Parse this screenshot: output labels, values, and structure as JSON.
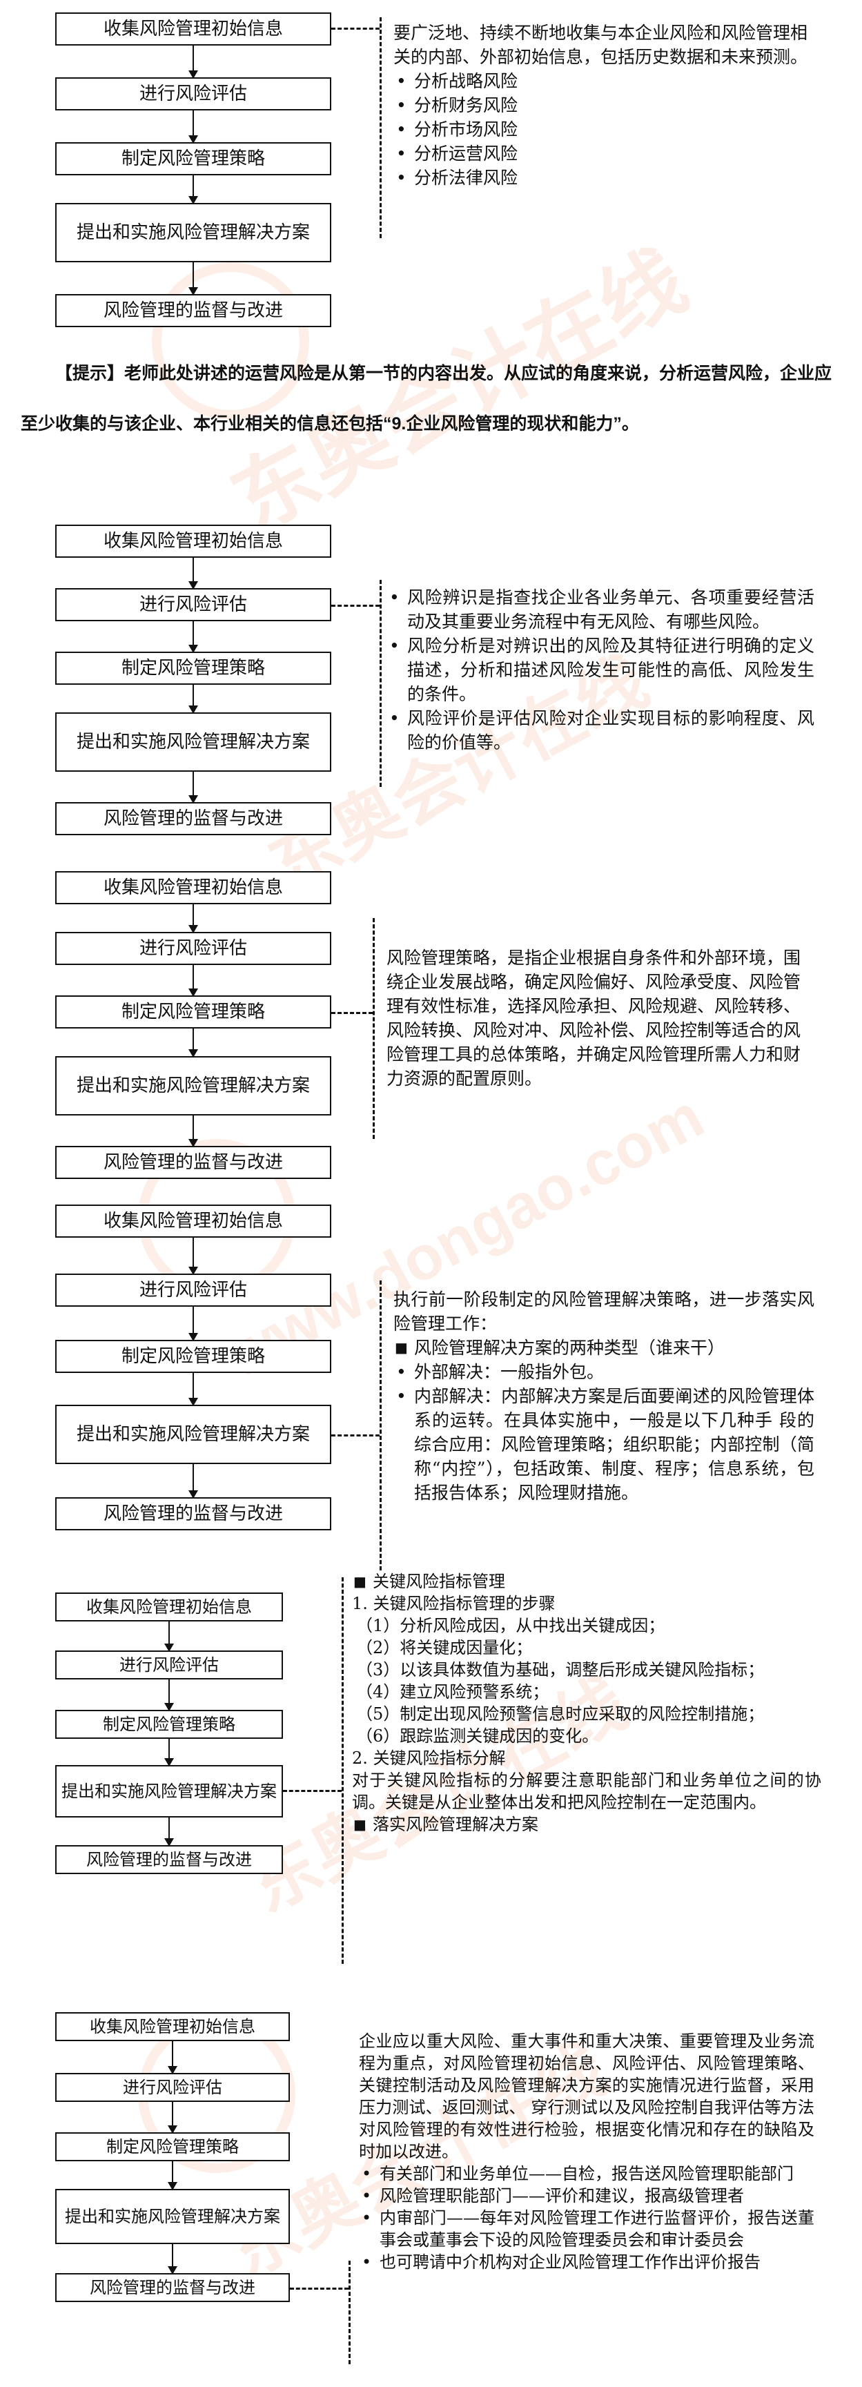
{
  "flow_steps": [
    "收集风险管理初始信息",
    "进行风险评估",
    "制定风险管理策略",
    "提出和实施风险管理解决方案",
    "风险管理的监督与改进"
  ],
  "panel1": {
    "intro": "要广泛地、持续不断地收集与本企业风险和风险管理相关的内部、外部初始信息，包括历史数据和未来预测。",
    "bullets": [
      "分析战略风险",
      "分析财务风险",
      "分析市场风险",
      "分析运营风险",
      "分析法律风险"
    ]
  },
  "hint": {
    "label": "【提示】",
    "text": "老师此处讲述的运营风险是从第一节的内容出发。从应试的角度来说，分析运营风险，企业应至少收集的与该企业、本行业相关的信息还包括“9.企业风险管理的现状和能力”。"
  },
  "panel2": {
    "bullets": [
      "风险辨识是指查找企业各业务单元、各项重要经营活动及其重要业务流程中有无风险、有哪些风险。",
      "风险分析是对辨识出的风险及其特征进行明确的定义描述，分析和描述风险发生可能性的高低、风险发生的条件。",
      "风险评价是评估风险对企业实现目标的影响程度、风险的价值等。"
    ]
  },
  "panel3": {
    "text": "风险管理策略，是指企业根据自身条件和外部环境，围绕企业发展战略，确定风险偏好、风险承受度、风险管理有效性标准，选择风险承担、风险规避、风险转移、风险转换、风险对冲、风险补偿、风险控制等适合的风险管理工具的总体策略，并确定风险管理所需人力和财力资源的配置原则。"
  },
  "panel4": {
    "intro": "执行前一阶段制定的风险管理解决策略，进一步落实风险管理工作：",
    "heading": "风险管理解决方案的两种类型（谁来干）",
    "bullets": [
      "外部解决：一般指外包。",
      "内部解决：内部解决方案是后面要阐述的风险管理体系的运转。在具体实施中，一般是以下几种手 段的综合应用：风险管理策略；组织职能；内部控制（简称“内控”），包括政策、制度、程序；信息系统，包括报告体系；风险理财措施。"
    ]
  },
  "panel5": {
    "title": "关键风险指标管理",
    "sub1": "1. 关键风险指标管理的步骤",
    "steps": [
      "（1）分析风险成因，从中找出关键成因；",
      "（2）将关键成因量化；",
      "（3）以该具体数值为基础，调整后形成关键风险指标；",
      "（4）建立风险预警系统；",
      "（5）制定出现风险预警信息时应采取的风险控制措施；",
      "（6）跟踪监测关键成因的变化。"
    ],
    "sub2": "2. 关键风险指标分解",
    "para": "对于关键风险指标的分解要注意职能部门和业务单位之间的协调。关键是从企业整体出发和把风险控制在一定范围内。",
    "footer": "落实风险管理解决方案"
  },
  "panel6": {
    "intro": "企业应以重大风险、重大事件和重大决策、重要管理及业务流程为重点，对风险管理初始信息、风险评估、风险管理策略、关键控制活动及风险管理解决方案的实施情况进行监督，采用压力测试、返回测试、 穿行测试以及风险控制自我评估等方法对风险管理的有效性进行检验，根据变化情况和存在的缺陷及时加以改进。",
    "bullets": [
      "有关部门和业务单位——自检，报告送风险管理职能部门",
      "风险管理职能部门——评价和建议，报高级管理者",
      "内审部门——每年对风险管理工作进行监督评价，报告送董事会或董事会下设的风险管理委员会和审计委员会",
      "也可聘请中介机构对企业风险管理工作作出评价报告"
    ]
  },
  "watermarks": [
    "东奥会计在线",
    "www.dongao.com"
  ]
}
